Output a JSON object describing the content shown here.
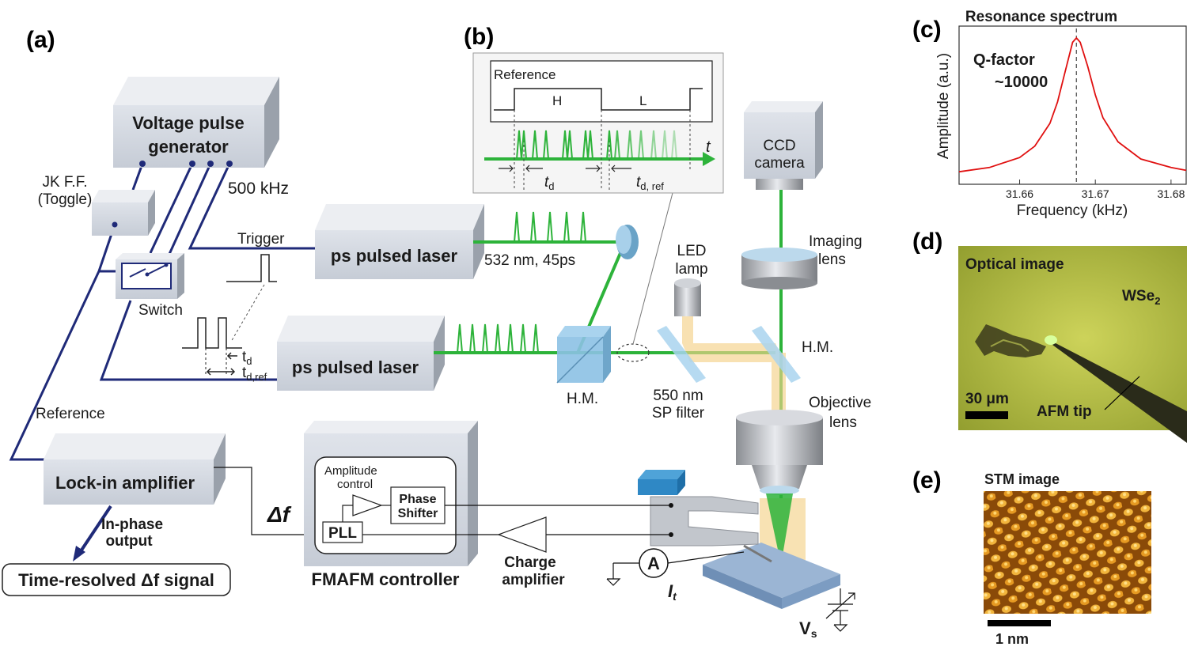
{
  "panels": {
    "a": "(a)",
    "b": "(b)",
    "c": "(c)",
    "d": "(d)",
    "e": "(e)"
  },
  "panel_a": {
    "voltage_pulse_generator": [
      "Voltage pulse",
      "generator"
    ],
    "jk_ff": [
      "JK F.F.",
      "(Toggle)"
    ],
    "freq_500khz": "500 kHz",
    "trigger": "Trigger",
    "switch": "Switch",
    "ps_laser_top": "ps pulsed laser",
    "ps_laser_bottom": "ps pulsed laser",
    "wavelength": "532 nm, 45ps",
    "td_small": "t",
    "td_sub": "d",
    "tdref_small": "t",
    "tdref_sub": "d,ref",
    "reference": "Reference",
    "lockin": "Lock-in amplifier",
    "inphase": [
      "In-phase",
      "output"
    ],
    "time_resolved": "Time-resolved Δf signal",
    "delta_f": "Δf",
    "fmafm": "FMAFM controller",
    "amplitude_control": [
      "Amplitude",
      "control"
    ],
    "phase_shifter": [
      "Phase",
      "Shifter"
    ],
    "pll": "PLL",
    "charge_amp": [
      "Charge",
      "amplifier"
    ],
    "ammeter": "A",
    "It": "I",
    "It_sub": "t",
    "Vs": "V",
    "Vs_sub": "s",
    "hm_cube": "H.M.",
    "sp_filter": [
      "550 nm",
      "SP filter"
    ],
    "led_lamp": [
      "LED",
      "lamp"
    ],
    "hm_mirror": "H.M.",
    "imaging_lens": [
      "Imaging",
      "lens"
    ],
    "objective_lens": [
      "Objective",
      "lens"
    ],
    "ccd": [
      "CCD",
      "camera"
    ]
  },
  "panel_b": {
    "reference": "Reference",
    "H": "H",
    "L": "L",
    "t": "t",
    "td": "t",
    "td_sub": "d",
    "tdref": "t",
    "tdref_sub": "d, ref"
  },
  "panel_c": {
    "title": "Resonance spectrum",
    "qfactor": [
      "Q-factor",
      "~10000"
    ],
    "xlabel": "Frequency (kHz)",
    "ylabel": "Amplitude (a.u.)",
    "xticks": [
      "31.66",
      "31.67",
      "31.68"
    ],
    "curve_color": "#e01010"
  },
  "panel_d": {
    "title": "Optical image",
    "material": "WSe",
    "material_sub": "2",
    "scale": "30 μm",
    "tip": "AFM tip"
  },
  "panel_e": {
    "title": "STM image",
    "scale": "1 nm"
  },
  "chart_data": {
    "type": "line",
    "title": "Resonance spectrum",
    "xlabel": "Frequency (kHz)",
    "ylabel": "Amplitude (a.u.)",
    "xlim": [
      31.652,
      31.682
    ],
    "xticks": [
      31.66,
      31.67,
      31.68
    ],
    "center": 31.6675,
    "q_factor": 10000,
    "series": [
      {
        "x": [
          31.652,
          31.656,
          31.66,
          31.662,
          31.664,
          31.665,
          31.666,
          31.667,
          31.6675,
          31.668,
          31.669,
          31.67,
          31.671,
          31.673,
          31.676,
          31.68,
          31.682
        ],
        "y": [
          0.06,
          0.09,
          0.16,
          0.24,
          0.4,
          0.55,
          0.76,
          0.97,
          1.0,
          0.97,
          0.8,
          0.6,
          0.44,
          0.27,
          0.15,
          0.09,
          0.07
        ]
      }
    ]
  }
}
